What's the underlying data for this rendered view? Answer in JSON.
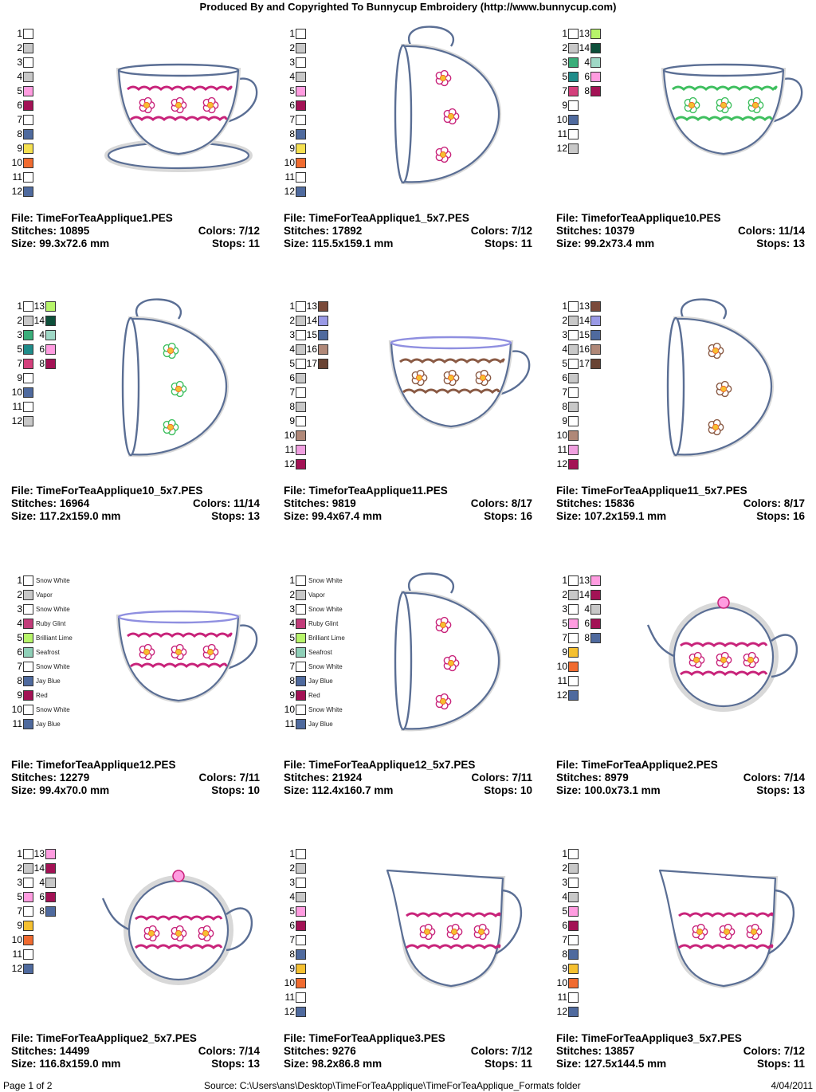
{
  "header": "Produced By and Copyrighted To Bunnycup Embroidery (http://www.bunnycup.com)",
  "footer": {
    "page": "Page 1 of 2",
    "source": "Source: C:\\Users\\ans\\Desktop\\TimeForTeaApplique\\TimeForTeaApplique_Formats folder",
    "date": "4/04/2011"
  },
  "designs": [
    {
      "file": "File: TimeForTeaApplique1.PES",
      "stitches": "Stitches: 10895",
      "colors": "Colors: 7/12",
      "size": "Size: 99.3x72.6 mm",
      "stops": "Stops: 11",
      "shape": "cup-saucer",
      "accent": "#c8237a",
      "swatches": [
        {
          "n": "1",
          "c": "#ffffff"
        },
        {
          "n": "2",
          "c": "#c8c8c8"
        },
        {
          "n": "3",
          "c": "#ffffff"
        },
        {
          "n": "4",
          "c": "#c8c8c8"
        },
        {
          "n": "5",
          "c": "#ff9ce0"
        },
        {
          "n": "6",
          "c": "#a31255"
        },
        {
          "n": "7",
          "c": "#ffffff"
        },
        {
          "n": "8",
          "c": "#4f6a9e"
        },
        {
          "n": "9",
          "c": "#f5e050"
        },
        {
          "n": "10",
          "c": "#f06b30"
        },
        {
          "n": "11",
          "c": "#ffffff"
        },
        {
          "n": "12",
          "c": "#4f6a9e"
        }
      ]
    },
    {
      "file": "File: TimeForTeaApplique1_5x7.PES",
      "stitches": "Stitches: 17892",
      "colors": "Colors: 7/12",
      "size": "Size: 115.5x159.1 mm",
      "stops": "Stops: 11",
      "shape": "cup-side",
      "accent": "#c8237a",
      "swatches": [
        {
          "n": "1",
          "c": "#ffffff"
        },
        {
          "n": "2",
          "c": "#c8c8c8"
        },
        {
          "n": "3",
          "c": "#ffffff"
        },
        {
          "n": "4",
          "c": "#c8c8c8"
        },
        {
          "n": "5",
          "c": "#ff9ce0"
        },
        {
          "n": "6",
          "c": "#a31255"
        },
        {
          "n": "7",
          "c": "#ffffff"
        },
        {
          "n": "8",
          "c": "#4f6a9e"
        },
        {
          "n": "9",
          "c": "#f5e050"
        },
        {
          "n": "10",
          "c": "#f06b30"
        },
        {
          "n": "11",
          "c": "#ffffff"
        },
        {
          "n": "12",
          "c": "#4f6a9e"
        }
      ]
    },
    {
      "file": "File: TimeforTeaApplique10.PES",
      "stitches": "Stitches: 10379",
      "colors": "Colors: 11/14",
      "size": "Size: 99.2x73.4 mm",
      "stops": "Stops: 13",
      "shape": "cup",
      "accent": "#3fbf5f",
      "swatches": [
        {
          "n": "1",
          "c": "#ffffff"
        },
        {
          "n": "13",
          "c": "#b7f56a"
        },
        {
          "n": "2",
          "c": "#c8c8c8"
        },
        {
          "n": "14",
          "c": "#0d4f3a"
        },
        {
          "n": "3",
          "c": "#3aae7a"
        },
        {
          "n": "4",
          "c": "#9fd8c6"
        },
        {
          "n": "5",
          "c": "#1f8c8a"
        },
        {
          "n": "6",
          "c": "#ff9ce0"
        },
        {
          "n": "7",
          "c": "#d4407c"
        },
        {
          "n": "8",
          "c": "#a31255"
        },
        {
          "n": "9",
          "c": "#ffffff"
        },
        {
          "n": "10",
          "c": "#4f6a9e"
        },
        {
          "n": "11",
          "c": "#ffffff"
        },
        {
          "n": "12",
          "c": "#c8c8c8"
        }
      ]
    },
    {
      "file": "File: TimeForTeaApplique10_5x7.PES",
      "stitches": "Stitches: 16964",
      "colors": "Colors: 11/14",
      "size": "Size: 117.2x159.0 mm",
      "stops": "Stops: 13",
      "shape": "cup-side",
      "accent": "#3fbf5f",
      "swatches": [
        {
          "n": "1",
          "c": "#ffffff"
        },
        {
          "n": "13",
          "c": "#b7f56a"
        },
        {
          "n": "2",
          "c": "#c8c8c8"
        },
        {
          "n": "14",
          "c": "#0d4f3a"
        },
        {
          "n": "3",
          "c": "#3aae7a"
        },
        {
          "n": "4",
          "c": "#9fd8c6"
        },
        {
          "n": "5",
          "c": "#1f8c8a"
        },
        {
          "n": "6",
          "c": "#ff9ce0"
        },
        {
          "n": "7",
          "c": "#d4407c"
        },
        {
          "n": "8",
          "c": "#a31255"
        },
        {
          "n": "9",
          "c": "#ffffff"
        },
        {
          "n": "10",
          "c": "#4f6a9e"
        },
        {
          "n": "11",
          "c": "#ffffff"
        },
        {
          "n": "12",
          "c": "#c8c8c8"
        }
      ]
    },
    {
      "file": "File: TimeforTeaApplique11.PES",
      "stitches": "Stitches: 9819",
      "colors": "Colors: 8/17",
      "size": "Size: 99.4x67.4 mm",
      "stops": "Stops: 16",
      "shape": "cup-wide",
      "accent": "#8a5a44",
      "swatches": [
        {
          "n": "1",
          "c": "#ffffff"
        },
        {
          "n": "13",
          "c": "#7a4a3a"
        },
        {
          "n": "2",
          "c": "#c8c8c8"
        },
        {
          "n": "14",
          "c": "#9a9ae6"
        },
        {
          "n": "3",
          "c": "#ffffff"
        },
        {
          "n": "15",
          "c": "#4f6a9e"
        },
        {
          "n": "4",
          "c": "#c8c8c8"
        },
        {
          "n": "16",
          "c": "#b08878"
        },
        {
          "n": "5",
          "c": "#ffffff"
        },
        {
          "n": "17",
          "c": "#6a4434"
        },
        {
          "n": "6",
          "c": "#c8c8c8"
        },
        {
          "n": "7",
          "c": "#ffffff"
        },
        {
          "n": "8",
          "c": "#c8c8c8"
        },
        {
          "n": "9",
          "c": "#ffffff"
        },
        {
          "n": "10",
          "c": "#b08878"
        },
        {
          "n": "11",
          "c": "#f0a0e0"
        },
        {
          "n": "12",
          "c": "#a31255"
        }
      ]
    },
    {
      "file": "File: TimeForTeaApplique11_5x7.PES",
      "stitches": "Stitches: 15836",
      "colors": "Colors: 8/17",
      "size": "Size: 107.2x159.1 mm",
      "stops": "Stops: 16",
      "shape": "cup-side",
      "accent": "#8a5a44",
      "swatches": [
        {
          "n": "1",
          "c": "#ffffff"
        },
        {
          "n": "13",
          "c": "#7a4a3a"
        },
        {
          "n": "2",
          "c": "#c8c8c8"
        },
        {
          "n": "14",
          "c": "#9a9ae6"
        },
        {
          "n": "3",
          "c": "#ffffff"
        },
        {
          "n": "15",
          "c": "#4f6a9e"
        },
        {
          "n": "4",
          "c": "#c8c8c8"
        },
        {
          "n": "16",
          "c": "#b08878"
        },
        {
          "n": "5",
          "c": "#ffffff"
        },
        {
          "n": "17",
          "c": "#6a4434"
        },
        {
          "n": "6",
          "c": "#c8c8c8"
        },
        {
          "n": "7",
          "c": "#ffffff"
        },
        {
          "n": "8",
          "c": "#c8c8c8"
        },
        {
          "n": "9",
          "c": "#ffffff"
        },
        {
          "n": "10",
          "c": "#b08878"
        },
        {
          "n": "11",
          "c": "#f0a0e0"
        },
        {
          "n": "12",
          "c": "#a31255"
        }
      ]
    },
    {
      "file": "File: TimeforTeaApplique12.PES",
      "stitches": "Stitches: 12279",
      "colors": "Colors: 7/11",
      "size": "Size: 99.4x70.0 mm",
      "stops": "Stops: 10",
      "shape": "cup-wide",
      "accent": "#c8237a",
      "swatches": [
        {
          "n": "1",
          "c": "#ffffff",
          "name": "Snow White"
        },
        {
          "n": "2",
          "c": "#c8c8c8",
          "name": "Vapor"
        },
        {
          "n": "3",
          "c": "#ffffff",
          "name": "Snow White"
        },
        {
          "n": "4",
          "c": "#c23c7a",
          "name": "Ruby Glint"
        },
        {
          "n": "5",
          "c": "#b7f56a",
          "name": "Brilliant Lime"
        },
        {
          "n": "6",
          "c": "#8fd0b8",
          "name": "Seafrost"
        },
        {
          "n": "7",
          "c": "#ffffff",
          "name": "Snow White"
        },
        {
          "n": "8",
          "c": "#4f6a9e",
          "name": "Jay Blue"
        },
        {
          "n": "9",
          "c": "#a31255",
          "name": "Red"
        },
        {
          "n": "10",
          "c": "#ffffff",
          "name": "Snow White"
        },
        {
          "n": "11",
          "c": "#4f6a9e",
          "name": "Jay Blue"
        }
      ]
    },
    {
      "file": "File: TimeForTeaApplique12_5x7.PES",
      "stitches": "Stitches: 21924",
      "colors": "Colors: 7/11",
      "size": "Size: 112.4x160.7 mm",
      "stops": "Stops: 10",
      "shape": "cup-side",
      "accent": "#c8237a",
      "swatches": [
        {
          "n": "1",
          "c": "#ffffff",
          "name": "Snow White"
        },
        {
          "n": "2",
          "c": "#c8c8c8",
          "name": "Vapor"
        },
        {
          "n": "3",
          "c": "#ffffff",
          "name": "Snow White"
        },
        {
          "n": "4",
          "c": "#c23c7a",
          "name": "Ruby Glint"
        },
        {
          "n": "5",
          "c": "#b7f56a",
          "name": "Brilliant Lime"
        },
        {
          "n": "6",
          "c": "#8fd0b8",
          "name": "Seafrost"
        },
        {
          "n": "7",
          "c": "#ffffff",
          "name": "Snow White"
        },
        {
          "n": "8",
          "c": "#4f6a9e",
          "name": "Jay Blue"
        },
        {
          "n": "9",
          "c": "#a31255",
          "name": "Red"
        },
        {
          "n": "10",
          "c": "#ffffff",
          "name": "Snow White"
        },
        {
          "n": "11",
          "c": "#4f6a9e",
          "name": "Jay Blue"
        }
      ]
    },
    {
      "file": "File: TimeForTeaApplique2.PES",
      "stitches": "Stitches: 8979",
      "colors": "Colors: 7/14",
      "size": "Size: 100.0x73.1 mm",
      "stops": "Stops: 13",
      "shape": "teapot",
      "accent": "#c8237a",
      "swatches": [
        {
          "n": "1",
          "c": "#ffffff"
        },
        {
          "n": "13",
          "c": "#ff9ce0"
        },
        {
          "n": "2",
          "c": "#c8c8c8"
        },
        {
          "n": "14",
          "c": "#a31255"
        },
        {
          "n": "3",
          "c": "#ffffff"
        },
        {
          "n": "4",
          "c": "#c8c8c8"
        },
        {
          "n": "5",
          "c": "#ff9ce0"
        },
        {
          "n": "6",
          "c": "#a31255"
        },
        {
          "n": "7",
          "c": "#ffffff"
        },
        {
          "n": "8",
          "c": "#4f6a9e"
        },
        {
          "n": "9",
          "c": "#f5c030"
        },
        {
          "n": "10",
          "c": "#f06b30"
        },
        {
          "n": "11",
          "c": "#ffffff"
        },
        {
          "n": "12",
          "c": "#4f6a9e"
        }
      ]
    },
    {
      "file": "File: TimeForTeaApplique2_5x7.PES",
      "stitches": "Stitches: 14499",
      "colors": "Colors: 7/14",
      "size": "Size: 116.8x159.0 mm",
      "stops": "Stops: 13",
      "shape": "teapot-side",
      "accent": "#c8237a",
      "swatches": [
        {
          "n": "1",
          "c": "#ffffff"
        },
        {
          "n": "13",
          "c": "#ff9ce0"
        },
        {
          "n": "2",
          "c": "#c8c8c8"
        },
        {
          "n": "14",
          "c": "#a31255"
        },
        {
          "n": "3",
          "c": "#ffffff"
        },
        {
          "n": "4",
          "c": "#c8c8c8"
        },
        {
          "n": "5",
          "c": "#ff9ce0"
        },
        {
          "n": "6",
          "c": "#a31255"
        },
        {
          "n": "7",
          "c": "#ffffff"
        },
        {
          "n": "8",
          "c": "#4f6a9e"
        },
        {
          "n": "9",
          "c": "#f5c030"
        },
        {
          "n": "10",
          "c": "#f06b30"
        },
        {
          "n": "11",
          "c": "#ffffff"
        },
        {
          "n": "12",
          "c": "#4f6a9e"
        }
      ]
    },
    {
      "file": "File: TimeForTeaApplique3.PES",
      "stitches": "Stitches: 9276",
      "colors": "Colors: 7/12",
      "size": "Size: 98.2x86.8 mm",
      "stops": "Stops: 11",
      "shape": "pitcher",
      "accent": "#c8237a",
      "swatches": [
        {
          "n": "1",
          "c": "#ffffff"
        },
        {
          "n": "2",
          "c": "#c8c8c8"
        },
        {
          "n": "3",
          "c": "#ffffff"
        },
        {
          "n": "4",
          "c": "#c8c8c8"
        },
        {
          "n": "5",
          "c": "#ff9ce0"
        },
        {
          "n": "6",
          "c": "#a31255"
        },
        {
          "n": "7",
          "c": "#ffffff"
        },
        {
          "n": "8",
          "c": "#4f6a9e"
        },
        {
          "n": "9",
          "c": "#f5c030"
        },
        {
          "n": "10",
          "c": "#f06b30"
        },
        {
          "n": "11",
          "c": "#ffffff"
        },
        {
          "n": "12",
          "c": "#4f6a9e"
        }
      ]
    },
    {
      "file": "File: TimeForTeaApplique3_5x7.PES",
      "stitches": "Stitches: 13857",
      "colors": "Colors: 7/12",
      "size": "Size: 127.5x144.5 mm",
      "stops": "Stops: 11",
      "shape": "pitcher-side",
      "accent": "#c8237a",
      "swatches": [
        {
          "n": "1",
          "c": "#ffffff"
        },
        {
          "n": "2",
          "c": "#c8c8c8"
        },
        {
          "n": "3",
          "c": "#ffffff"
        },
        {
          "n": "4",
          "c": "#c8c8c8"
        },
        {
          "n": "5",
          "c": "#ff9ce0"
        },
        {
          "n": "6",
          "c": "#a31255"
        },
        {
          "n": "7",
          "c": "#ffffff"
        },
        {
          "n": "8",
          "c": "#4f6a9e"
        },
        {
          "n": "9",
          "c": "#f5c030"
        },
        {
          "n": "10",
          "c": "#f06b30"
        },
        {
          "n": "11",
          "c": "#ffffff"
        },
        {
          "n": "12",
          "c": "#4f6a9e"
        }
      ]
    }
  ]
}
